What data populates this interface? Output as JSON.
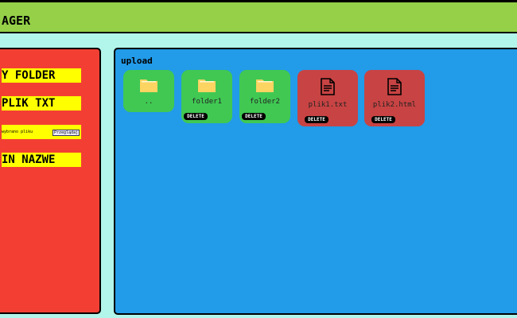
{
  "header": {
    "title": "AGER"
  },
  "sidebar": {
    "new_folder": "Y FOLDER",
    "new_file": "PLIK TXT",
    "file_input_status": "wybrano pliku",
    "file_input_button": "Przeglądaj",
    "rename": "IN NAZWE"
  },
  "main": {
    "path": "upload",
    "delete_label": "DELETE",
    "items": [
      {
        "name": "..",
        "type": "folder"
      },
      {
        "name": "folder1",
        "type": "folder"
      },
      {
        "name": "folder2",
        "type": "folder"
      },
      {
        "name": "plik1.txt",
        "type": "file"
      },
      {
        "name": "plik2.html",
        "type": "file"
      }
    ]
  },
  "colors": {
    "header": "#95d048",
    "sidebar": "#f33f33",
    "main": "#229be8",
    "folder_tile": "#40c853",
    "file_tile": "#c84343",
    "button": "#ffff00"
  }
}
